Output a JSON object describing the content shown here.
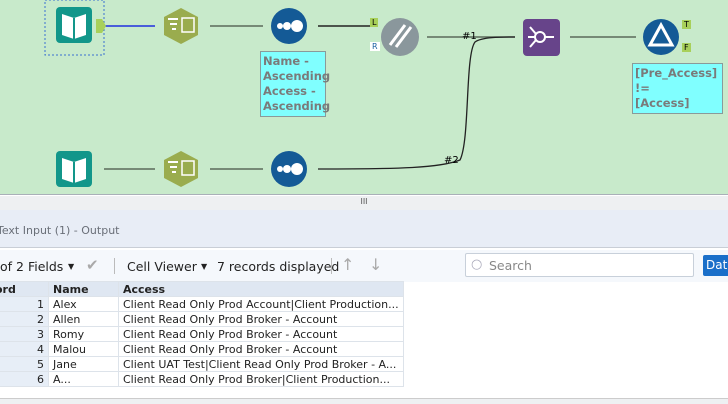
{
  "canvas": {
    "annotations": {
      "sort": [
        "Name -",
        "Ascending",
        "Access -",
        "Ascending"
      ],
      "filter": [
        "[Pre_Access] !=",
        "[Access]"
      ]
    },
    "connection_labels": [
      "#1",
      "#2"
    ],
    "anchor_labels": {
      "left": "L",
      "right": "R",
      "true": "T",
      "false": "F"
    },
    "colors": {
      "canvas": "#c8eacb",
      "input": "#12968a",
      "select": "#9aac4e",
      "sort": "#145a96",
      "join": "#8a979c",
      "union": "#67448a",
      "filter": "#145a96",
      "annotation": "#80ffff"
    }
  },
  "splitter": {
    "grip": "III"
  },
  "results": {
    "title": "Text Input (1) - Output",
    "toolbar": {
      "fields": "of 2 Fields",
      "viewer": "Cell Viewer",
      "records": "7 records displayed",
      "search_placeholder": "Search",
      "data_button": "Dat"
    },
    "columns": [
      "ord",
      "Name",
      "Access"
    ],
    "rows": [
      [
        "1",
        "Alex",
        "Client Read Only Prod Account|Client Production..."
      ],
      [
        "2",
        "Allen",
        "Client Read Only Prod Broker - Account"
      ],
      [
        "3",
        "Romy",
        "Client Read Only Prod Broker - Account"
      ],
      [
        "4",
        "Malou",
        "Client Read Only Prod Broker - Account"
      ],
      [
        "5",
        "Jane",
        "Client UAT Test|Client Read Only Prod Broker - A..."
      ],
      [
        "6",
        "A...",
        "Client Read Only Prod Broker|Client Production..."
      ]
    ]
  }
}
